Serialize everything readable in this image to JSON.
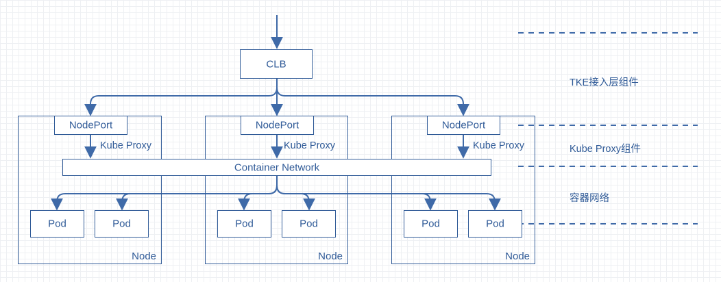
{
  "diagram": {
    "clb": {
      "label": "CLB"
    },
    "network": {
      "label": "Container Network"
    },
    "nodes": [
      {
        "node_label": "Node",
        "nodeport_label": "NodePort",
        "proxy_label": "Kube Proxy",
        "pods": [
          "Pod",
          "Pod"
        ]
      },
      {
        "node_label": "Node",
        "nodeport_label": "NodePort",
        "proxy_label": "Kube Proxy",
        "pods": [
          "Pod",
          "Pod"
        ]
      },
      {
        "node_label": "Node",
        "nodeport_label": "NodePort",
        "proxy_label": "Kube Proxy",
        "pods": [
          "Pod",
          "Pod"
        ]
      }
    ],
    "layers": [
      {
        "label": "TKE接入层组件"
      },
      {
        "label": "Kube Proxy组件"
      },
      {
        "label": "容器网络"
      }
    ]
  },
  "colors": {
    "line": "#3f6aa8",
    "text": "#2f5a97",
    "background": "#ffffff"
  }
}
